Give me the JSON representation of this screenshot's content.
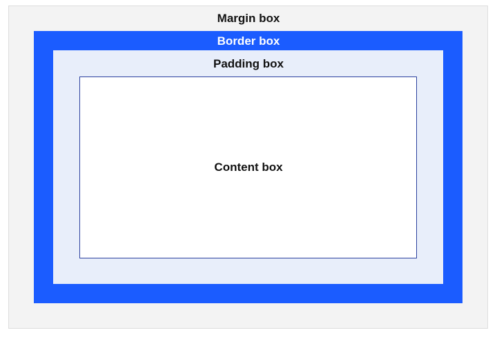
{
  "diagram": {
    "margin_label": "Margin box",
    "border_label": "Border box",
    "padding_label": "Padding box",
    "content_label": "Content box"
  },
  "colors": {
    "margin": "#f3f3f3",
    "border": "#1b5cff",
    "padding": "#e8eefa",
    "content": "#ffffff",
    "content_outline": "#2a3f9e"
  }
}
